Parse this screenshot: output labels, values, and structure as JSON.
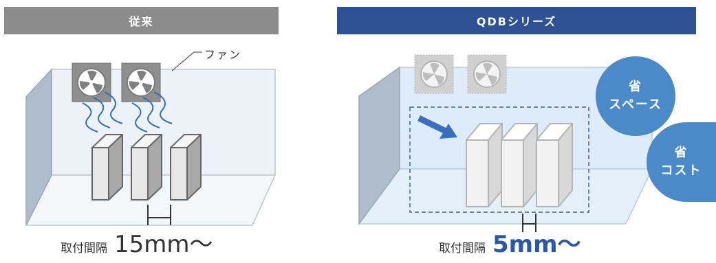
{
  "left": {
    "header": "従来",
    "fan_label": "ファン",
    "caption_label": "取付間隔",
    "caption_value": "15mm〜"
  },
  "right": {
    "header": "QDBシリーズ",
    "badge_space": [
      "省",
      "スペース"
    ],
    "badge_cost": [
      "省",
      "コスト"
    ],
    "caption_label": "取付間隔",
    "caption_value": "5mm〜"
  },
  "colors": {
    "legacy_header": "#8c8c8c",
    "qdb_header": "#2d5193",
    "badge": "#4b8ac8",
    "highlight_text": "#2b58a6"
  }
}
